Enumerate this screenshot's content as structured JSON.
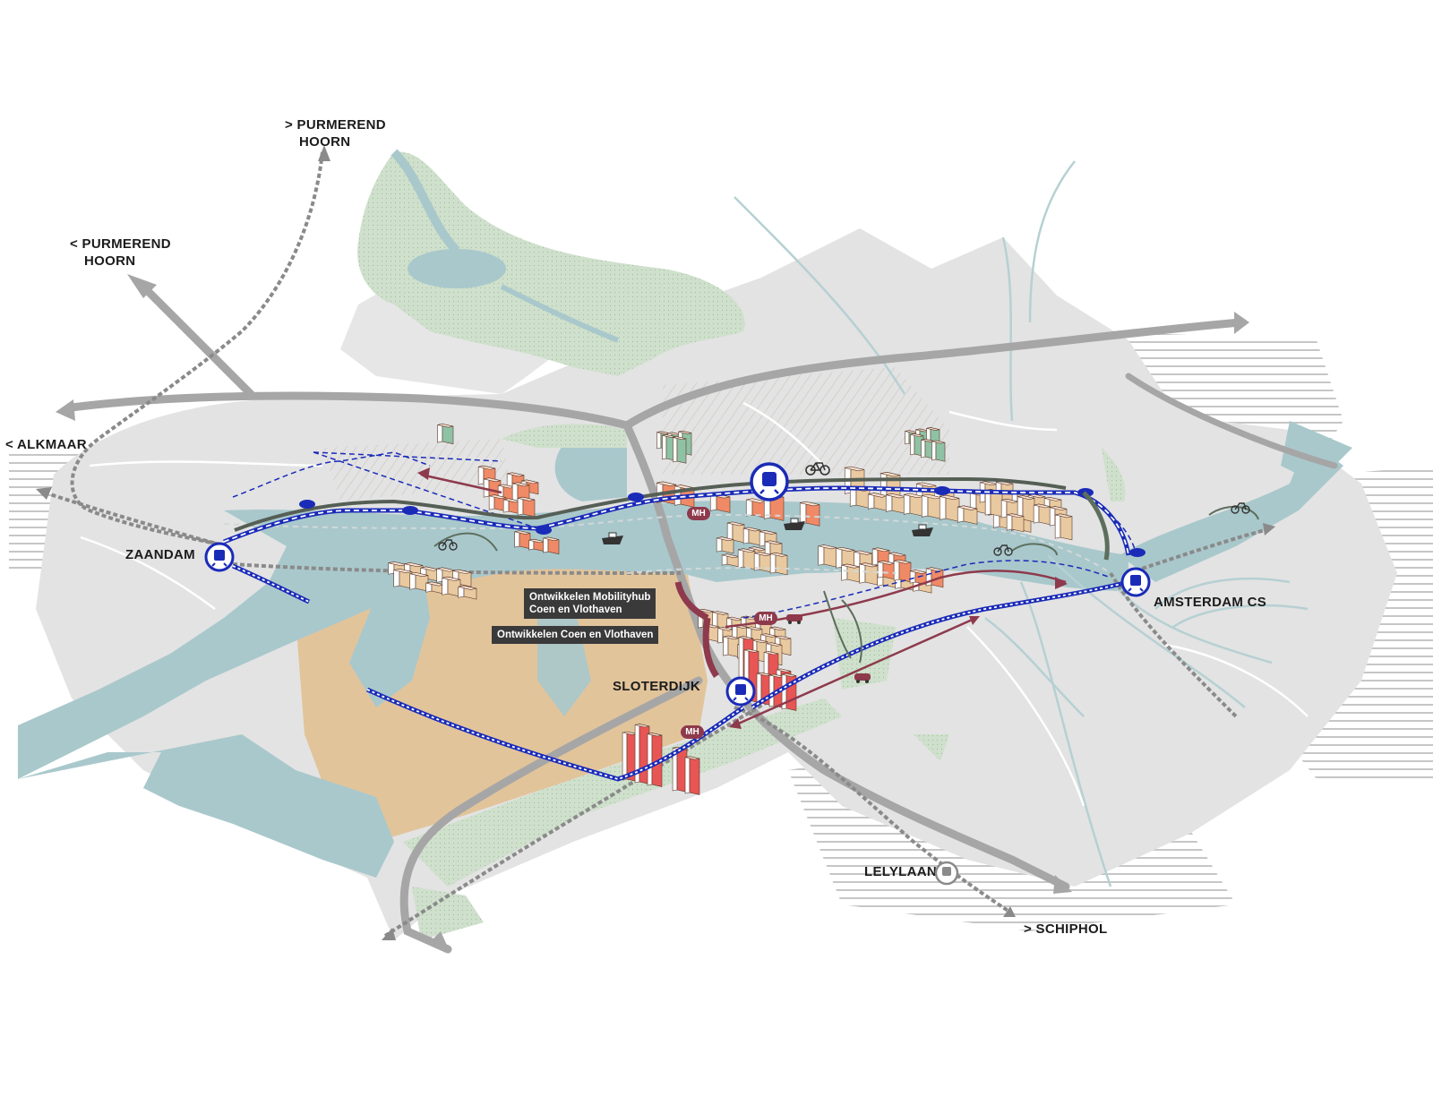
{
  "labels": {
    "purmerend_north": [
      "> PURMEREND",
      "HOORN"
    ],
    "purmerend_west": [
      "< PURMEREND",
      "HOORN"
    ],
    "alkmaar": "< ALKMAAR",
    "zaandam": "ZAANDAM",
    "sloterdijk": "SLOTERDIJK",
    "amsterdam_cs": "AMSTERDAM CS",
    "lelylaan": "LELYLAAN",
    "schiphol": "> SCHIPHOL"
  },
  "callouts": {
    "mobilityhub": [
      "Ontwikkelen Mobilityhub",
      "Coen en Vlothaven"
    ],
    "coen_vlothaven": "Ontwikkelen Coen en Vlothaven"
  },
  "mobility_hub_badge": "MH",
  "colors": {
    "water": "#a9c8cc",
    "land": "#e3e3e3",
    "green": "#cfe0cc",
    "harbour": "#e2c49b",
    "roads": "#a6a6a6",
    "transit_line": "#1a2bb8",
    "development_buildings": "#f08a66",
    "existing_buildings": "#e9c9a0",
    "high_rise": "#e85555",
    "green_buildings": "#8fc2a5",
    "arrows_red": "#8e3a4c"
  },
  "icons": [
    "train-station-icon",
    "bicycle-icon",
    "car-icon",
    "boat-icon",
    "mobility-hub-badge"
  ]
}
